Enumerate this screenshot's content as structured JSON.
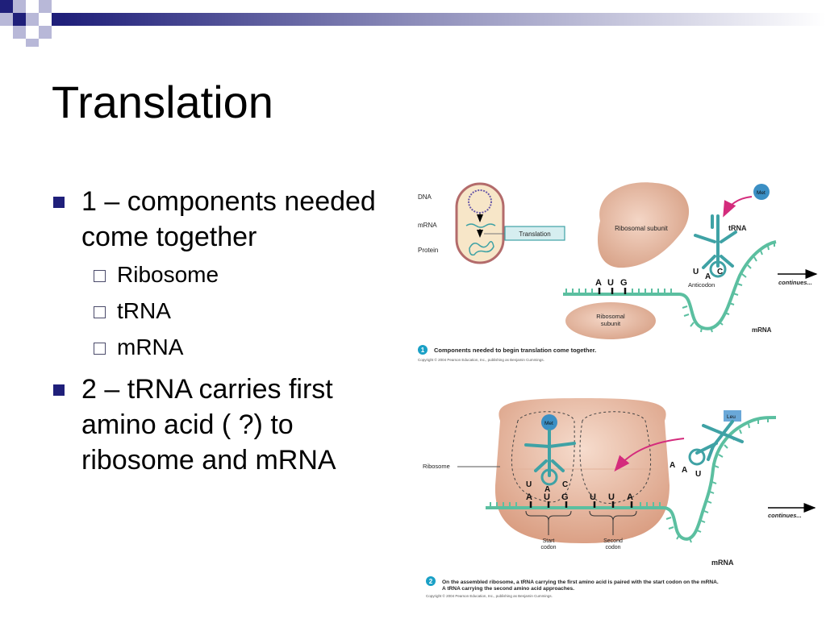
{
  "slide": {
    "title": "Translation",
    "bullets": [
      {
        "text": "1 – components needed come together",
        "subitems": [
          "Ribosome",
          "tRNA",
          "mRNA"
        ]
      },
      {
        "text": "2 – tRNA carries first amino acid ( ?) to ribosome and mRNA"
      }
    ]
  },
  "figure1": {
    "labels": {
      "dna": "DNA",
      "mrna_cell": "mRNA",
      "protein": "Protein",
      "translation_box": "Translation",
      "ribosomal_subunit_large": "Ribosomal subunit",
      "ribosomal_subunit_small_1": "Ribosomal",
      "ribosomal_subunit_small_2": "subunit",
      "met": "Met",
      "trna": "tRNA",
      "anticodon": "Anticodon",
      "anticodon_u": "U",
      "anticodon_a": "A",
      "anticodon_c": "C",
      "codon_a": "A",
      "codon_u": "U",
      "codon_g": "G",
      "continues": "continues...",
      "mrna": "mRNA",
      "step_number": "1",
      "caption": "Components needed to begin translation come together.",
      "copyright": "Copyright © 2004 Pearson Education, Inc., publishing as Benjamin Cummings."
    }
  },
  "figure2": {
    "labels": {
      "met": "Met",
      "leu": "Leu",
      "ribosome": "Ribosome",
      "anticodon_u": "U",
      "anticodon_a": "A",
      "anticodon_c": "C",
      "codon_a": "A",
      "codon_u": "U",
      "codon_g": "G",
      "codon2_u1": "U",
      "codon2_u2": "U",
      "codon2_a": "A",
      "incoming_a1": "A",
      "incoming_a2": "A",
      "incoming_u": "U",
      "start_codon_1": "Start",
      "start_codon_2": "codon",
      "second_codon_1": "Second",
      "second_codon_2": "codon",
      "continues": "continues...",
      "mrna": "mRNA",
      "step_number": "2",
      "caption_line1": "On the assembled ribosome, a tRNA carrying the first amino acid is paired with the start codon on the mRNA.",
      "caption_line2": "A tRNA carrying the second amino acid approaches.",
      "copyright": "Copyright © 2004 Pearson Education, Inc., publishing as Benjamin Cummings."
    }
  },
  "colors": {
    "title_bar_dark": "#1f1f7a",
    "title_bar_light": "#b8b8d8",
    "bullet_marker": "#1f1f7a",
    "ribosome": "#e6b8a0",
    "trna": "#3fa2a5",
    "mrna": "#5bbfa0",
    "arrow": "#d42b7c"
  }
}
